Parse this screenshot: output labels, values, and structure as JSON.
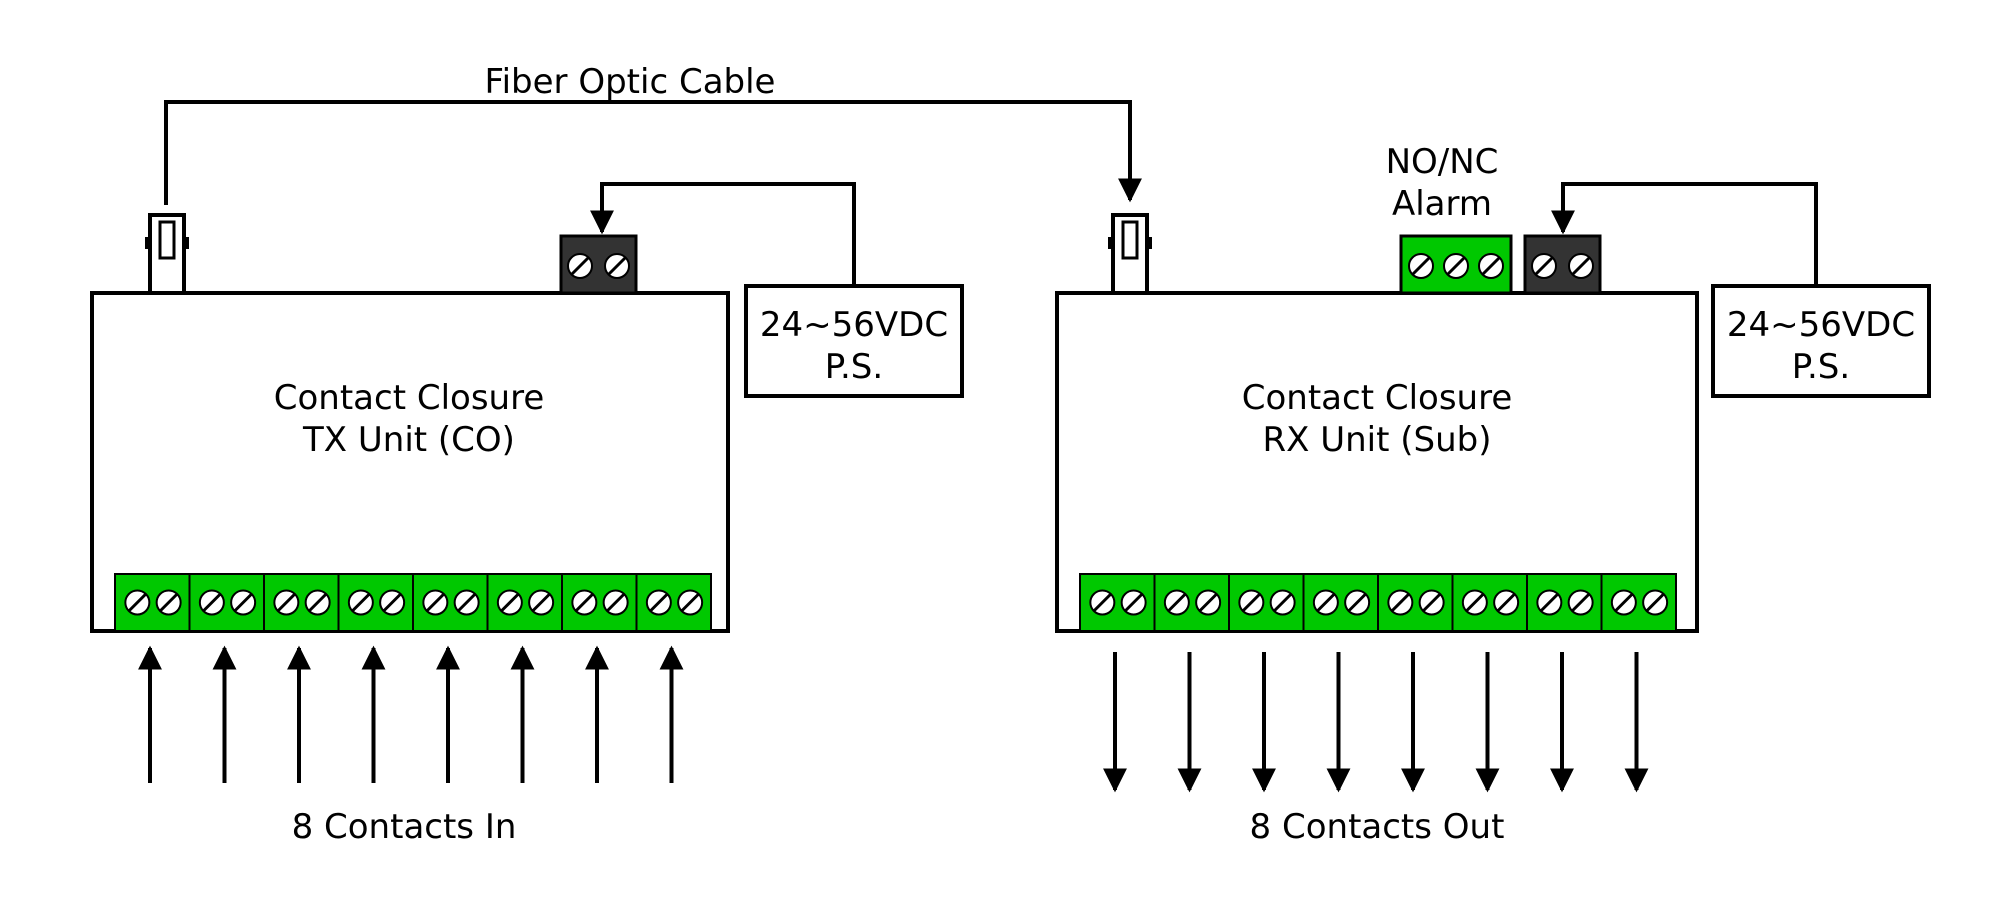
{
  "colors": {
    "terminal_green": "#00c800",
    "power_terminal": "#333333",
    "line": "#000000",
    "background": "#ffffff"
  },
  "labels": {
    "fiber_cable": "Fiber Optic Cable",
    "alarm_line1": "NO/NC",
    "alarm_line2": "Alarm",
    "contacts_in": "8 Contacts In",
    "contacts_out": "8 Contacts Out"
  },
  "tx_unit": {
    "title_line1": "Contact Closure",
    "title_line2": "TX Unit (CO)",
    "contact_count": 8
  },
  "rx_unit": {
    "title_line1": "Contact Closure",
    "title_line2": "RX Unit (Sub)",
    "contact_count": 8
  },
  "power_supply_tx": {
    "line1": "24~56VDC",
    "line2": "P.S."
  },
  "power_supply_rx": {
    "line1": "24~56VDC",
    "line2": "P.S."
  },
  "icons": {
    "fiber_connector": "fiber-connector-icon",
    "screw": "screw-terminal-icon"
  }
}
